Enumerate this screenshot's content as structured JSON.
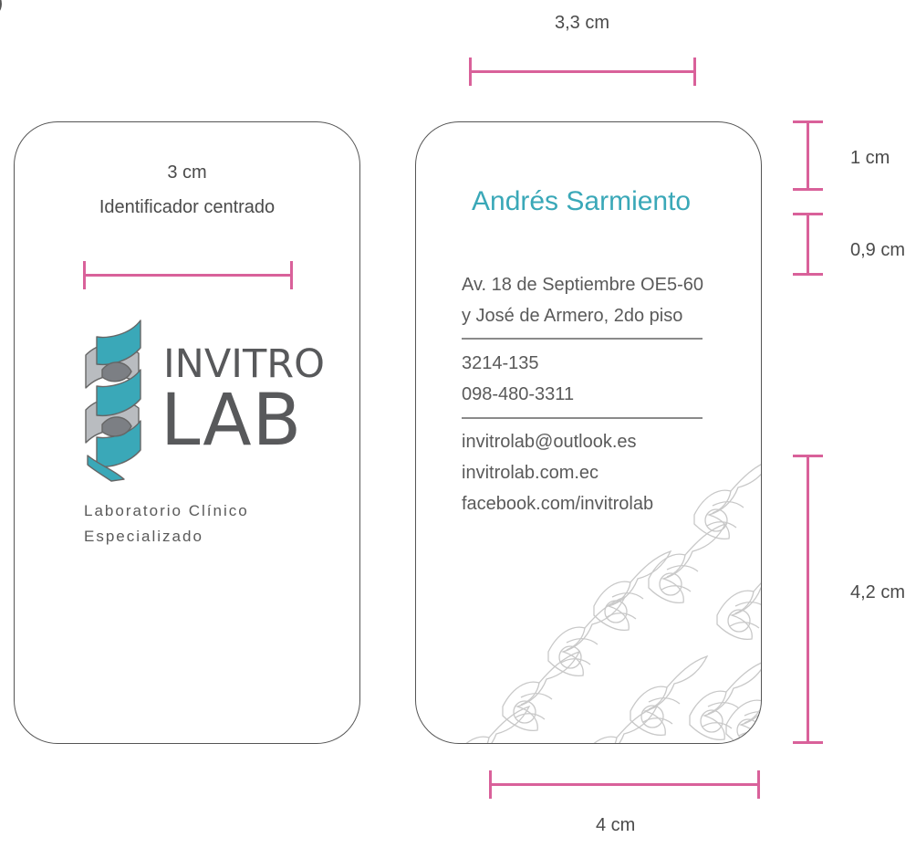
{
  "colors": {
    "accent": "#d9619a",
    "teal": "#3aa8b8",
    "text": "#555555",
    "grey": "#a9a9a9"
  },
  "front_card": {
    "dim_top_line1": "3 cm",
    "dim_top_line2": "Identificador centrado",
    "logo": {
      "word1": "INVITRO",
      "word2": "LAB"
    },
    "tagline_1": "Laboratorio Clínico",
    "tagline_2": "Especializado"
  },
  "back_card": {
    "name": "Andrés Sarmiento",
    "address_1": "Av. 18 de Septiembre OE5-60",
    "address_2": "y José de Armero, 2do piso",
    "phone_1": "3214-135",
    "phone_2": "098-480-3311",
    "email": "invitrolab@outlook.es",
    "website": "invitrolab.com.ec",
    "facebook": "facebook.com/invitrolab"
  },
  "dimensions": {
    "top": "3,3 cm",
    "right_1": "1 cm",
    "right_2": "0,9 cm",
    "right_3": "4,2 cm",
    "bottom": "4 cm"
  },
  "partial_marker": ")"
}
